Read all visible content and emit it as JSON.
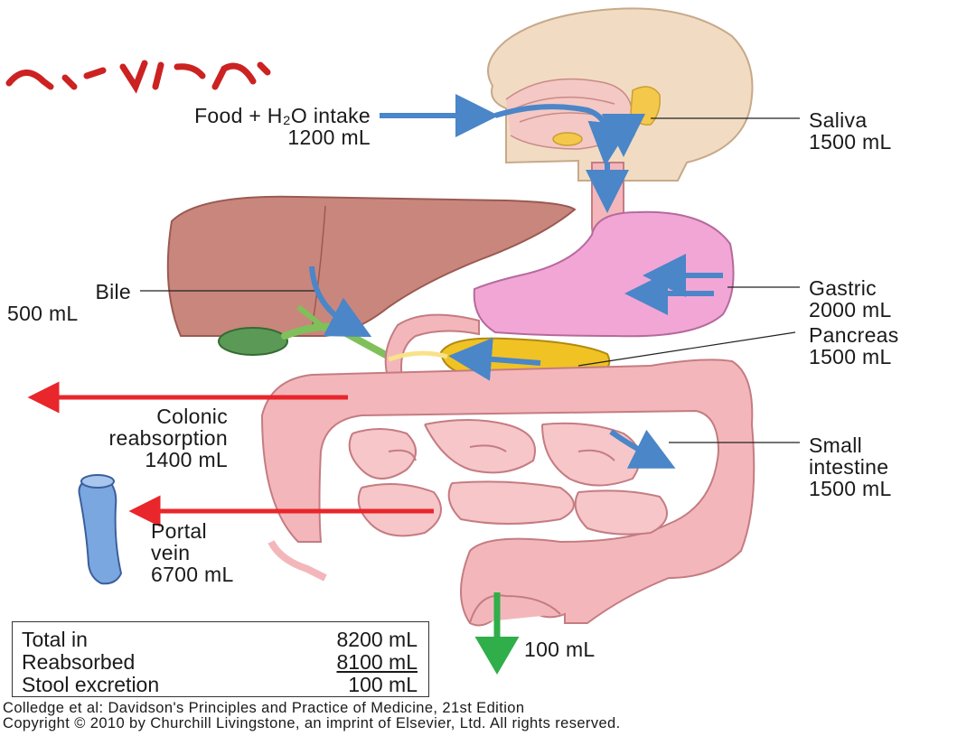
{
  "labels": {
    "intake_name": "Food + H₂O intake",
    "intake_vol": "1200 mL",
    "saliva_name": "Saliva",
    "saliva_vol": "1500 mL",
    "bile_name": "Bile",
    "bile_vol": "500 mL",
    "gastric_name": "Gastric",
    "gastric_vol": "2000 mL",
    "pancreas_name": "Pancreas",
    "pancreas_vol": "1500 mL",
    "colonic_line1": "Colonic",
    "colonic_line2": "reabsorption",
    "colonic_vol": "1400 mL",
    "small_line1": "Small",
    "small_line2": "intestine",
    "small_vol": "1500 mL",
    "portal_line1": "Portal",
    "portal_line2": "vein",
    "portal_vol": "6700 mL",
    "stool_vol": "100 mL"
  },
  "summary": {
    "rows": [
      {
        "label": "Total in",
        "value": "8200 mL"
      },
      {
        "label": "Reabsorbed",
        "value": "8100 mL"
      },
      {
        "label": "Stool excretion",
        "value": "100 mL"
      }
    ]
  },
  "credits": {
    "line1": "Colledge et al: Davidson's Principles and Practice of Medicine, 21st Edition",
    "line2": "Copyright © 2010 by Churchill Livingstone, an imprint of Elsevier, Ltd. All rights reserved."
  },
  "colors": {
    "secretion_arrow": "#4a86c8",
    "reabsorption_arrow": "#e8262b",
    "excretion_arrow": "#2fae4a",
    "intestine": "#f3b7bb",
    "liver": "#c9867c",
    "stomach": "#f2a6d6",
    "pancreas": "#f0c224",
    "gallbladder": "#5a9a56",
    "head": "#f1dcc3"
  }
}
